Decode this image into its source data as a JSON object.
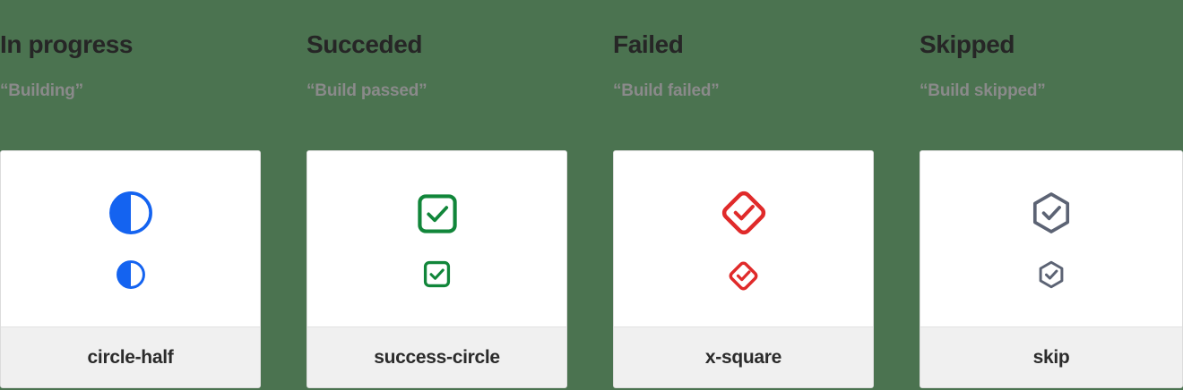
{
  "page": {
    "background_color": "#4b7350"
  },
  "columns": [
    {
      "title": "In progress",
      "subtitle": "“Building”",
      "icon_name": "circle-half-icon",
      "icon_label": "circle-half",
      "icon_color": "#1463f0",
      "title_color": "#262626",
      "subtitle_color": "#8a8a8a"
    },
    {
      "title": "Succeded",
      "subtitle": "“Build passed”",
      "icon_name": "success-circle-icon",
      "icon_label": "success-circle",
      "icon_color": "#11863a",
      "title_color": "#262626",
      "subtitle_color": "#8a8a8a"
    },
    {
      "title": "Failed",
      "subtitle": "“Build failed”",
      "icon_name": "x-square-icon",
      "icon_label": "x-square",
      "icon_color": "#e02a2a",
      "title_color": "#262626",
      "subtitle_color": "#8a8a8a"
    },
    {
      "title": "Skipped",
      "subtitle": "“Build skipped”",
      "icon_name": "skip-icon",
      "icon_label": "skip",
      "icon_color": "#5c6374",
      "title_color": "#262626",
      "subtitle_color": "#8a8a8a"
    }
  ]
}
